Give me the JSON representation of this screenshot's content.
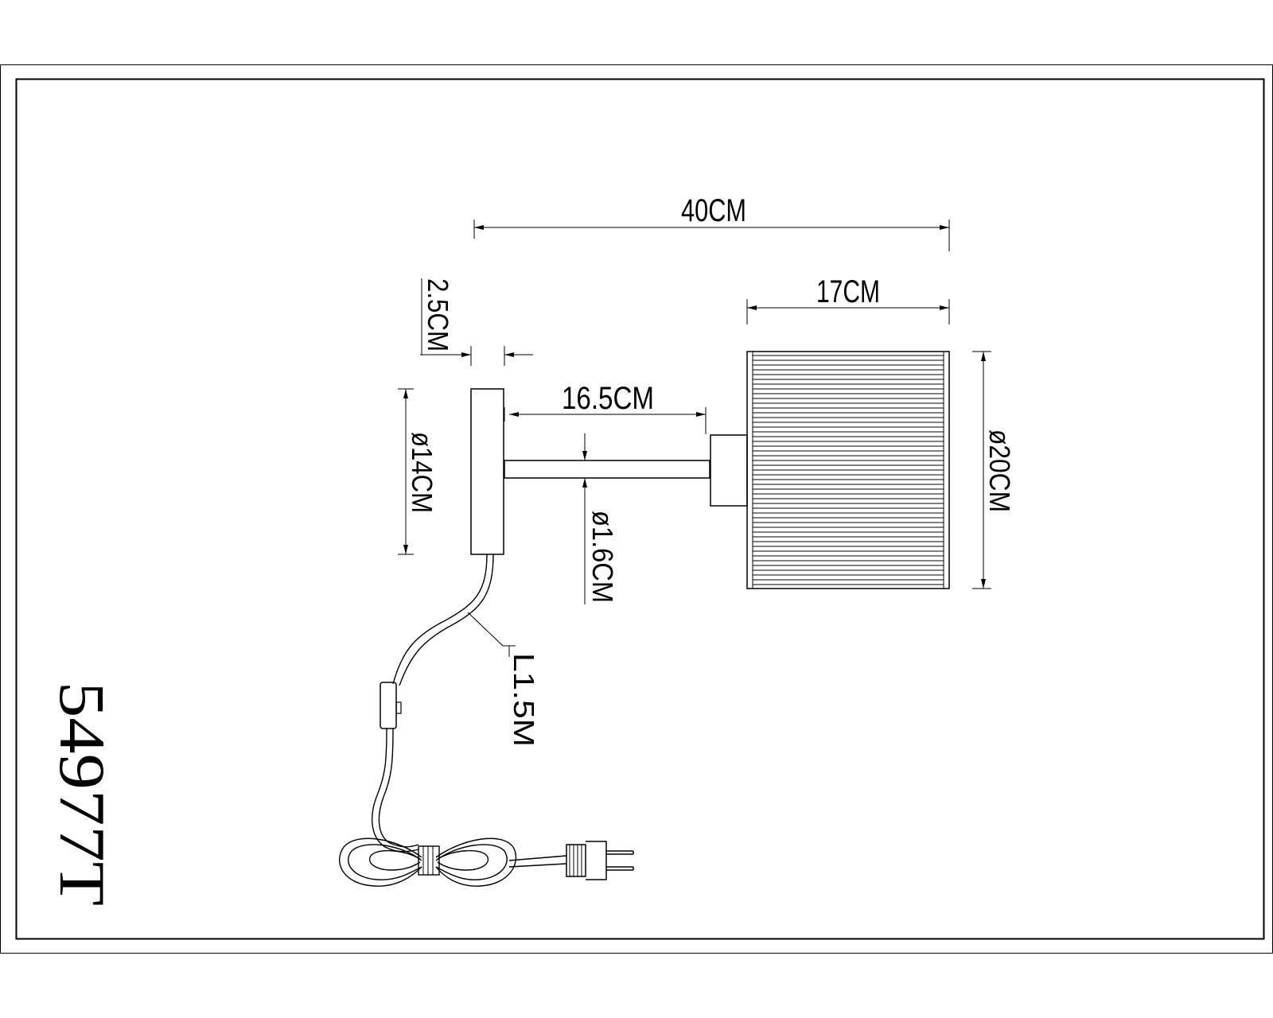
{
  "model_number": "54977T",
  "dimensions": {
    "overall_width": "40CM",
    "shade_width": "17CM",
    "base_depth": "2.5CM",
    "arm_length": "16.5CM",
    "base_diameter": "ø14CM",
    "arm_diameter": "ø1.6CM",
    "shade_diameter": "ø20CM",
    "cable_length": "L1.5M"
  },
  "colors": {
    "line": "#000000",
    "background": "#ffffff"
  }
}
